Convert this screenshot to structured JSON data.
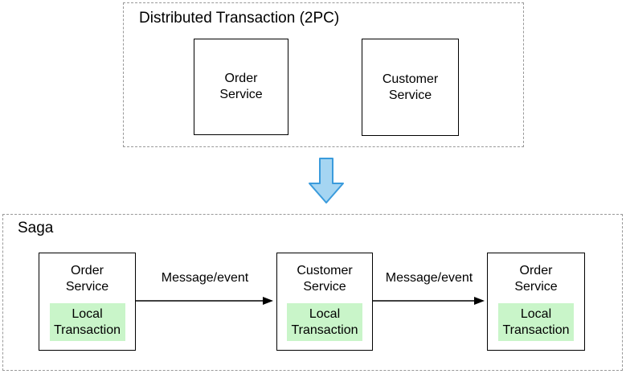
{
  "diagram": {
    "top_section": {
      "title": "Distributed Transaction (2PC)",
      "boxes": [
        {
          "label": "Order\nService"
        },
        {
          "label": "Customer\nService"
        }
      ]
    },
    "saga_section": {
      "title": "Saga",
      "nodes": [
        {
          "label": "Order\nService",
          "inner_label": "Local\nTransaction"
        },
        {
          "label": "Customer\nService",
          "inner_label": "Local\nTransaction"
        },
        {
          "label": "Order\nService",
          "inner_label": "Local\nTransaction"
        }
      ],
      "arrows": [
        {
          "label": "Message/event"
        },
        {
          "label": "Message/event"
        }
      ]
    },
    "colors": {
      "local_transaction_fill": "#c9f5c9",
      "down_arrow_fill": "#a5d5f2",
      "down_arrow_stroke": "#3a9bdc",
      "dashed_border": "#999999",
      "node_border": "#000000"
    }
  }
}
